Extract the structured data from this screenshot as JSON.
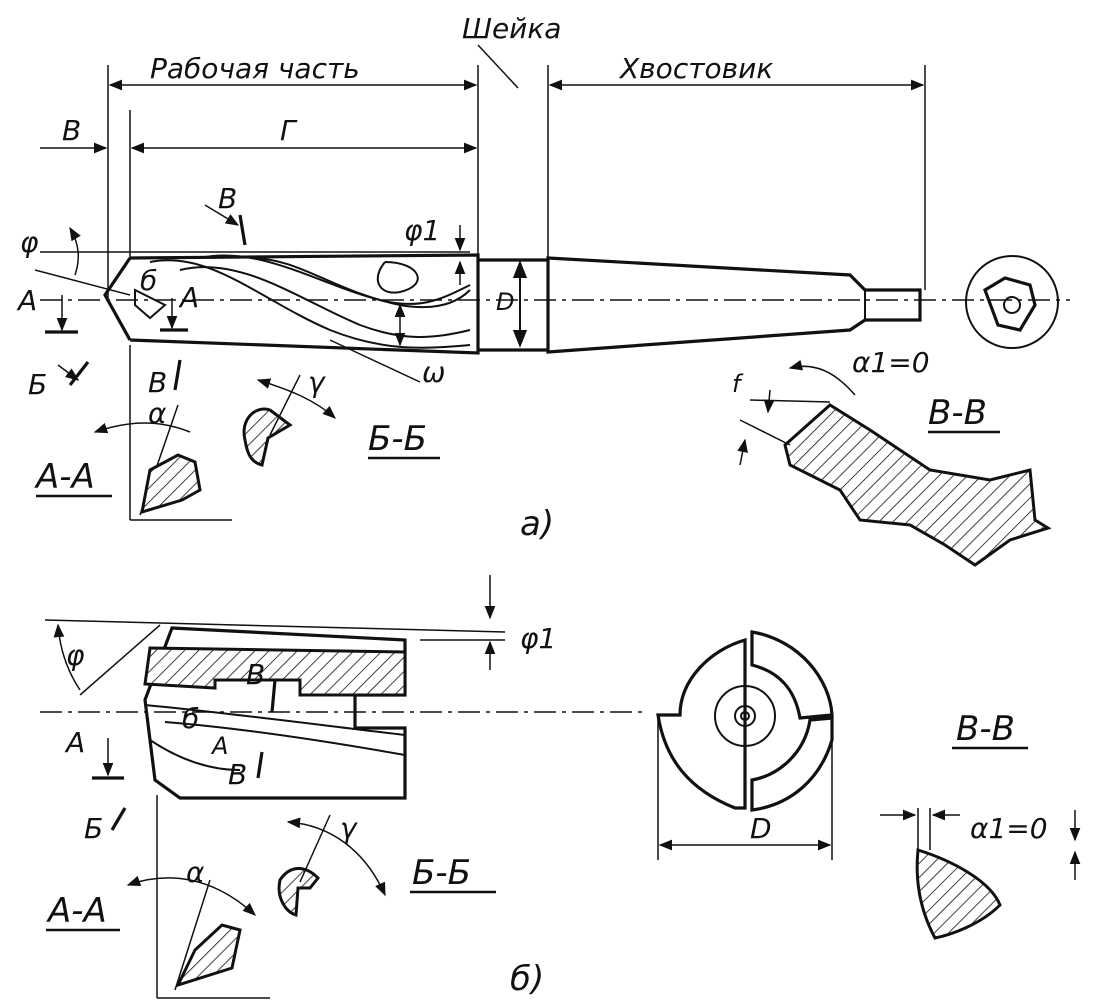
{
  "labels": {
    "sheika": "Шейка",
    "rabochaya_chast": "Рабочая часть",
    "khvostovik": "Хвостовик",
    "v_top": "В",
    "g": "Г",
    "v_section": "В",
    "phi1_a": "φ1",
    "phi_a": "φ",
    "a_left": "А",
    "b_small": "б",
    "a_right": "А",
    "b_left": "Б",
    "v_bottom": "В",
    "d_a": "D",
    "omega": "ω",
    "f_a": "f",
    "alpha1_a": "α1=0",
    "vv_a": "В-В",
    "gamma_a": "γ",
    "bb_a": "Б-Б",
    "alpha_a": "α",
    "aa_a": "А-А",
    "sub_a": "а)",
    "phi1_b": "φ1",
    "phi_b": "φ",
    "v_b": "В",
    "a_b": "А",
    "b_small_b": "б",
    "a_small_b": "А",
    "v2_b": "В",
    "b_left_b": "Б",
    "vv_b": "В-В",
    "d_b": "D",
    "alpha1_b": "α1=0",
    "gamma_b": "γ",
    "bb_b": "Б-Б",
    "alpha_b": "α",
    "aa_b": "А-А",
    "sub_b": "б)"
  },
  "colors": {
    "ink": "#111111",
    "paper": "#ffffff"
  }
}
